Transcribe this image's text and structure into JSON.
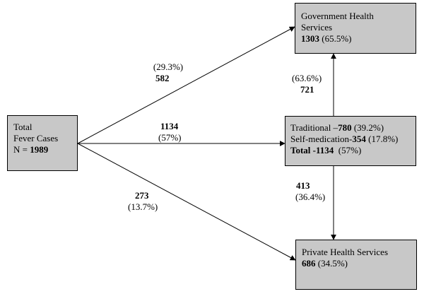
{
  "nodes": {
    "total": {
      "line1": "Total",
      "line2": "Fever Cases",
      "n_prefix": "N = ",
      "n_value": "1989"
    },
    "government": {
      "line1": "Government Health",
      "line2": "Services",
      "count": "1303",
      "pct": "(65.5%)"
    },
    "traditional": {
      "trad_prefix": "Traditional –",
      "trad_count": "780",
      "trad_pct": "(39.2%)",
      "self_prefix": "Self-medication-",
      "self_count": "354",
      "self_pct": "(17.8%)",
      "total_label": "Total -1134",
      "total_pct": "(57%)"
    },
    "private": {
      "line1": "Private Health Services",
      "count": "686",
      "pct": "(34.5%)"
    }
  },
  "edges": {
    "total_to_gov": {
      "pct": "(29.3%)",
      "count": "582"
    },
    "total_to_trad": {
      "count": "1134",
      "pct": "(57%)"
    },
    "total_to_private": {
      "count": "273",
      "pct": "(13.7%)"
    },
    "trad_to_gov": {
      "pct": "(63.6%)",
      "count": "721"
    },
    "trad_to_private": {
      "count": "413",
      "pct": "(36.4%)"
    }
  }
}
